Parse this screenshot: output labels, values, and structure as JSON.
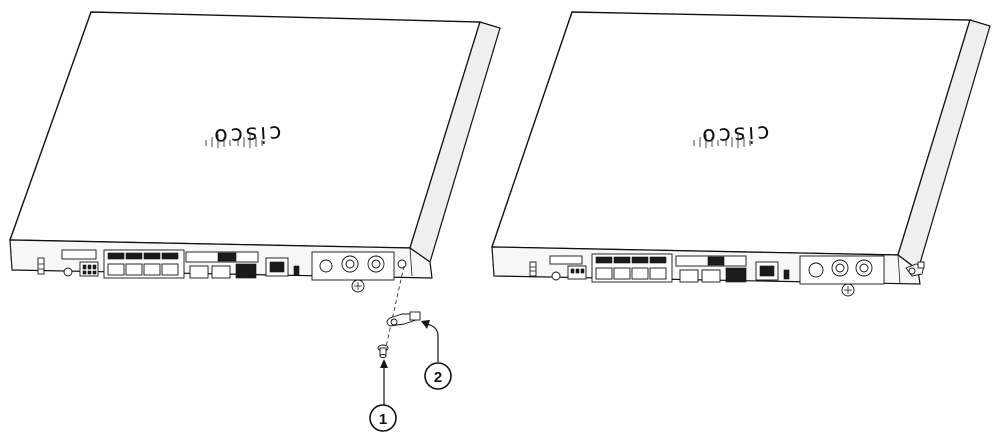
{
  "figure": {
    "logo_text": "cisco",
    "callouts": [
      {
        "number": "1"
      },
      {
        "number": "2"
      }
    ]
  }
}
